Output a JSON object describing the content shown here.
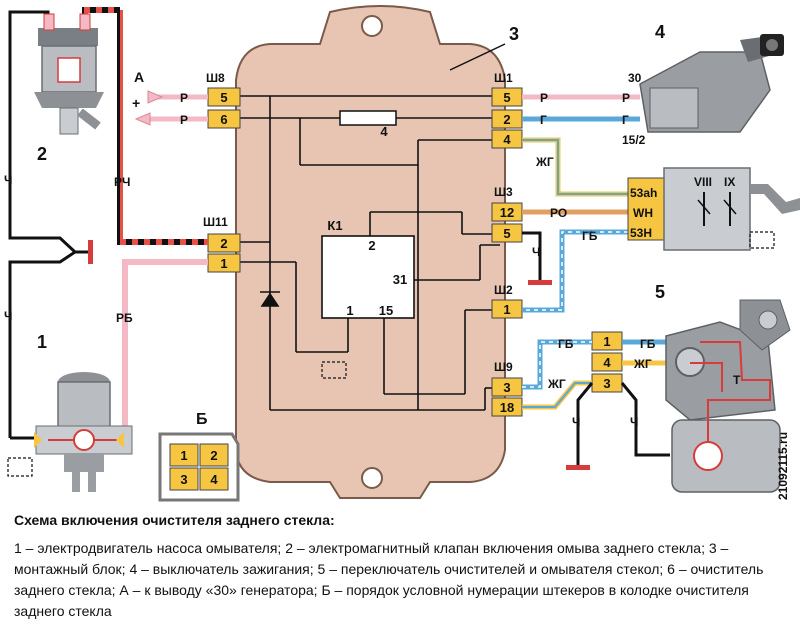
{
  "labels": {
    "ch1": "Ч",
    "rch": "РЧ",
    "rb": "РБ",
    "ch2": "Ч",
    "ch3": "Ч",
    "ch4": "Ч",
    "a": "А",
    "b": "Б",
    "plus": "+",
    "p1": "Р",
    "p2": "Р",
    "p3": "Р",
    "p4": "Р",
    "g1": "Г",
    "g2": "Г",
    "zhg1": "ЖГ",
    "zhg2": "ЖГ",
    "zhg3": "ЖГ",
    "ro": "РО",
    "gb1": "ГБ",
    "gb2": "ГБ",
    "gb3": "ГБ",
    "k1": "К1",
    "t": "T",
    "sh8": "Ш8",
    "sh11": "Ш11",
    "sh1": "Ш1",
    "sh3": "Ш3",
    "sh2": "Ш2",
    "sh9": "Ш9",
    "n1": "1",
    "n2": "2",
    "n3": "3",
    "n4": "4",
    "n5": "5",
    "fuse": "4",
    "k1p2": "2",
    "k1p31": "31",
    "k1p1": "1",
    "k1p15": "15",
    "sw30": "30",
    "sw152": "15/2",
    "sw53ah": "53ah",
    "swwh": "WH",
    "sw53h": "53H",
    "viii": "VIII",
    "ix": "IX",
    "watermark": "21092115.ru"
  },
  "pins": {
    "sh8a": "5",
    "sh8b": "6",
    "sh11a": "2",
    "sh11b": "1",
    "sh1a": "5",
    "sh1b": "2",
    "sh1c": "4",
    "sh3a": "12",
    "sh3b": "5",
    "sh2a": "1",
    "sh9a": "3",
    "sh9b": "18",
    "m6a": "1",
    "m6b": "4",
    "m6c": "3",
    "b1": "1",
    "b2": "2",
    "b3": "3",
    "b4": "4"
  },
  "caption": {
    "title": "Схема включения очистителя заднего стекла:",
    "text": "1 – электродвигатель насоса омывателя; 2 – электромагнитный клапан включения омыва заднего стекла; 3 – монтажный блок; 4 – выключатель зажигания; 5 – переключатель очистителей и омывателя стекол; 6 – очиститель заднего стекла; А – к выводу «30» генератора; Б – порядок условной нумерации штекеров в колодке очистителя заднего стекла"
  }
}
